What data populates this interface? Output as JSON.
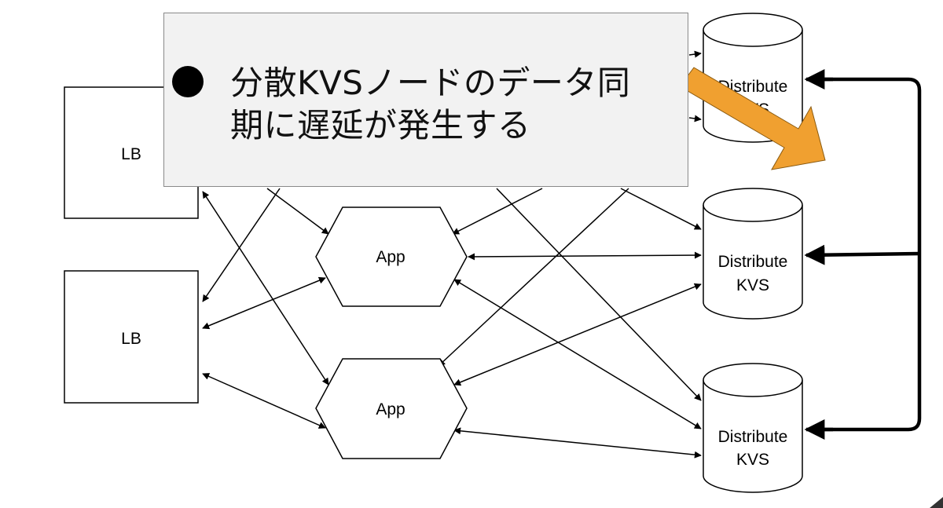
{
  "nodes": {
    "lb_top": {
      "label": "LB"
    },
    "lb_bottom": {
      "label": "LB"
    },
    "app_top": {
      "label": "App"
    },
    "app_bottom": {
      "label": "App"
    },
    "kvs_top": {
      "label_line1": "Distribute",
      "label_line2": "KVS"
    },
    "kvs_middle": {
      "label_line1": "Distribute",
      "label_line2": "KVS"
    },
    "kvs_bottom": {
      "label_line1": "Distribute",
      "label_line2": "KVS"
    }
  },
  "callout": {
    "line1": "分散KVSノードのデータ同",
    "line2": "期に遅延が発生する"
  },
  "colors": {
    "highlight_arrow": "#f0a030",
    "callout_bg": "#f2f2f2",
    "stroke": "#000000"
  }
}
